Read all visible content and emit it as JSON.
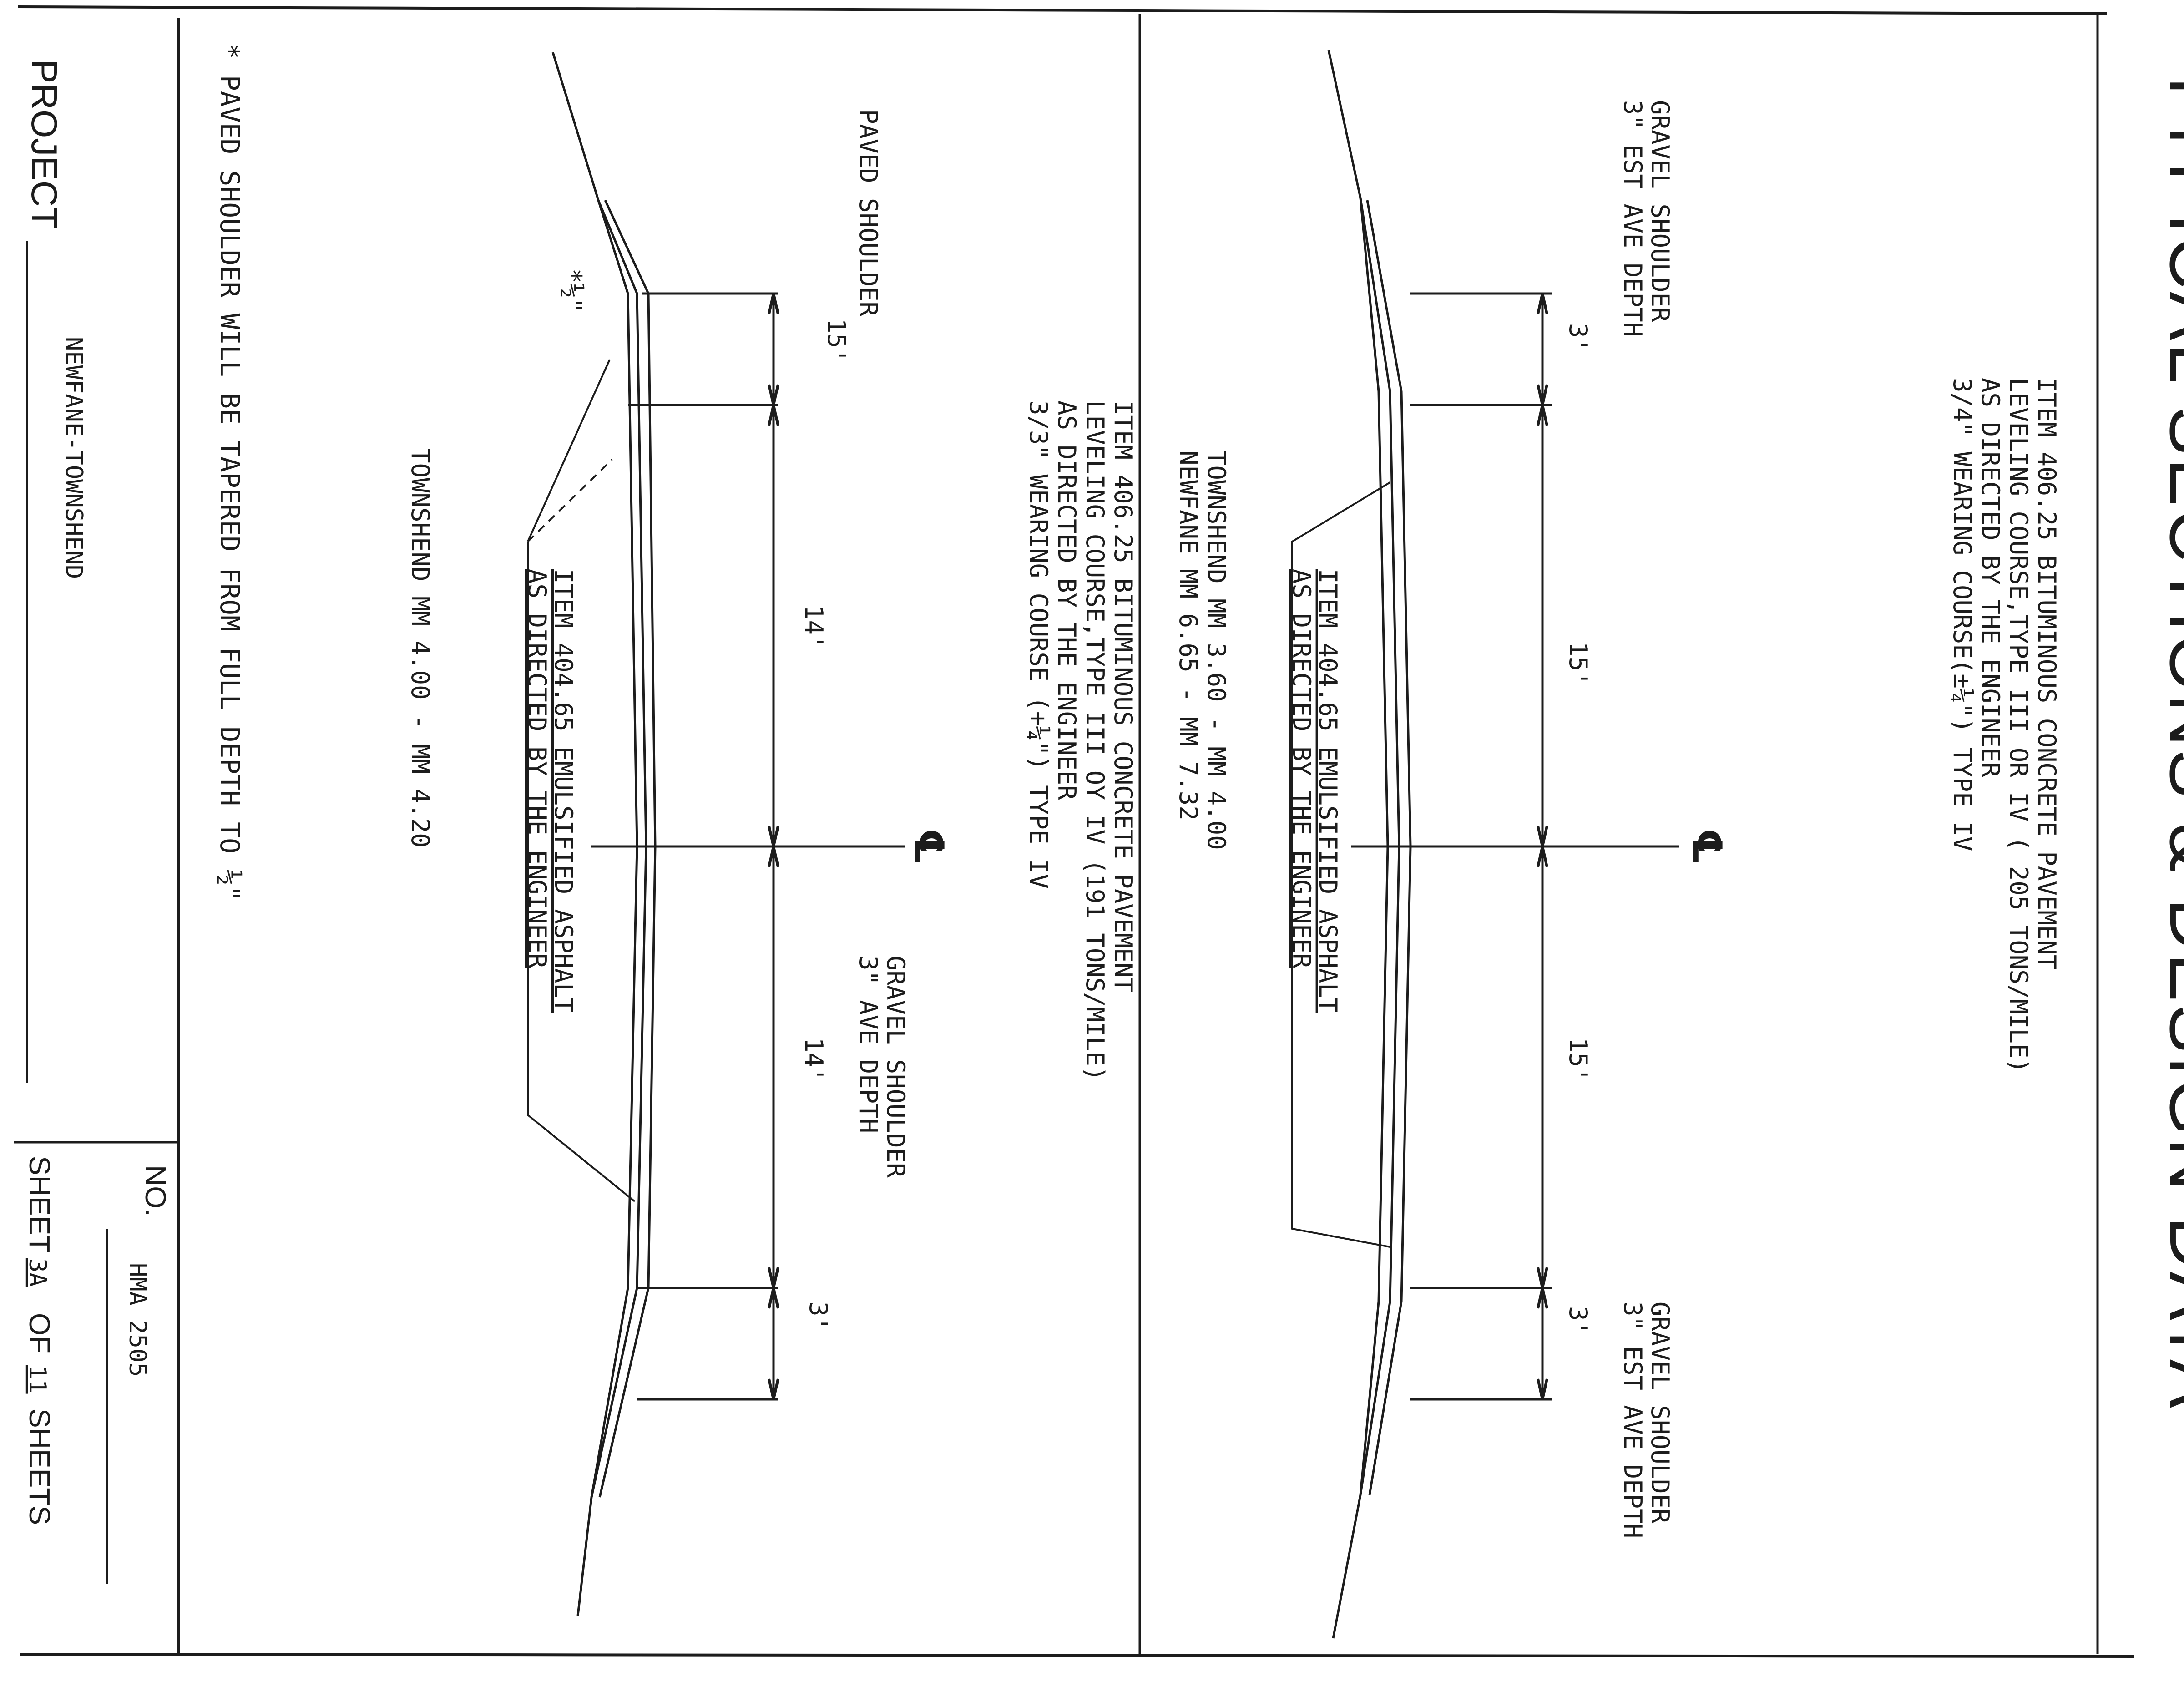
{
  "sheet": {
    "title": "TYPICAL SECTIONS & DESIGN DATA",
    "ink_color": "#1c1c1c",
    "paper_color": "#ffffff"
  },
  "section_upper": {
    "item_lines": [
      "ITEM 406.25 BITUMINOUS CONCRETE PAVEMENT",
      "LEVELING COURSE,TYPE III OR IV ( 205 TONS/MILE)",
      "AS DIRECTED BY THE ENGINEER",
      "3/4\" WEARING COURSE(±¼\") TYPE IV"
    ],
    "left_shoulder": {
      "label_lines": [
        "GRAVEL SHOULDER",
        "3\" EST AVE DEPTH"
      ],
      "width": "3'"
    },
    "right_shoulder": {
      "label_lines": [
        "GRAVEL SHOULDER",
        "3\" EST AVE DEPTH"
      ],
      "width": "3'"
    },
    "lane_left": "15'",
    "lane_right": "15'",
    "centerline": "℄",
    "tack_lines": [
      "ITEM 404.65 EMULSIFIED ASPHALT",
      "AS DIRECTED BY THE ENGINEER"
    ],
    "location_lines": [
      "TOWNSHEND MM 3.60 - MM 4.00",
      "NEWFANE  MM 6.65 - MM 7.32"
    ]
  },
  "section_lower": {
    "item_lines": [
      "ITEM 406.25 BITUMINOUS CONCRETE PAVEMENT",
      "LEVELING COURSE,TYPE III OY IV (191 TONS/MILE)",
      "AS DIRECTED BY THE ENGINEER",
      "3/3\" WEARING COURSE (+¼\") TYPE IV"
    ],
    "left_shoulder": {
      "label_lines": [
        "PAVED SHOULDER"
      ],
      "width": "15'"
    },
    "right_shoulder": {
      "label_lines": [
        "GRAVEL SHOULDER",
        "3\" AVE DEPTH"
      ],
      "width": "3'"
    },
    "lane_left": "14'",
    "lane_right": "14'",
    "centerline": "℄",
    "taper_mark": "*½\"",
    "tack_lines": [
      "ITEM 404.65 EMULSIFIED ASPHALT",
      "AS DIRECTED BY THE ENGINEER"
    ],
    "location_lines": [
      "TOWNSHEND MM 4.00 - MM 4.20"
    ]
  },
  "footnote": "* PAVED SHOULDER WILL BE TAPERED FROM FULL DEPTH TO ½\"",
  "title_block": {
    "project_label": "PROJECT",
    "project_name": "NEWFANE-TOWNSHEND",
    "no_label": "NO.",
    "no_value": "HMA 2505",
    "sheet_prefix": "SHEET",
    "sheet_number": "3A",
    "sheet_of": "OF",
    "sheet_total": "11",
    "sheet_suffix": "SHEETS"
  }
}
